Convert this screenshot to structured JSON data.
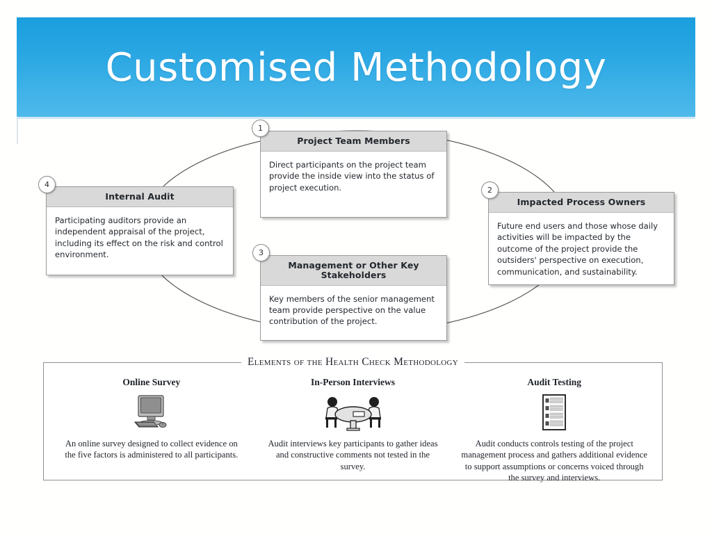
{
  "slide": {
    "title": "Customised Methodology",
    "header_gradient_top": "#1a9ede",
    "header_gradient_bottom": "#4fbaea",
    "header_text_color": "#ffffff"
  },
  "diagram": {
    "shape": "ellipse",
    "nodes": [
      {
        "number": "1",
        "title": "Project Team Members",
        "body": "Direct participants on the project team provide the inside view into the status of project execution."
      },
      {
        "number": "2",
        "title": "Impacted Process Owners",
        "body": "Future end users and those whose daily activities will be impacted by the outcome of the project provide the outsiders' perspective on execution, communication, and sustainability."
      },
      {
        "number": "3",
        "title": "Management or Other Key Stakeholders",
        "body": "Key members of the senior management team provide perspective on the value contribution of the project."
      },
      {
        "number": "4",
        "title": "Internal Audit",
        "body": "Participating auditors provide an independent appraisal of the project, including its effect on the risk and control environment."
      }
    ]
  },
  "panel": {
    "title": "Elements of the Health Check Methodology",
    "columns": [
      {
        "title": "Online Survey",
        "icon": "desktop-computer-icon",
        "text": "An online survey designed to collect evidence on the five factors is administered to all participants."
      },
      {
        "title": "In-Person Interviews",
        "icon": "meeting-table-icon",
        "text": "Audit interviews key participants to gather ideas and constructive comments not tested in the survey."
      },
      {
        "title": "Audit Testing",
        "icon": "checklist-document-icon",
        "text": "Audit conducts controls testing of the project management process and gathers additional evidence to support assumptions or concerns voiced through the survey and interviews."
      }
    ]
  }
}
